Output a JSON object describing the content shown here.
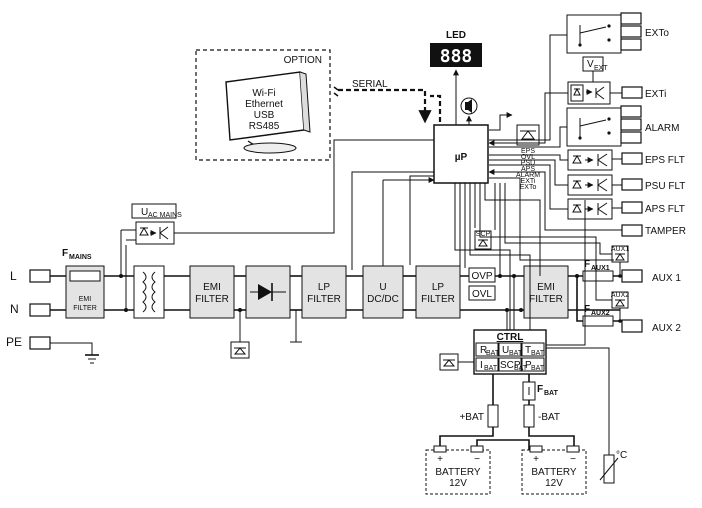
{
  "title": "LED",
  "led_digits": "888",
  "option": {
    "title": "OPTION",
    "interfaces": [
      "Wi-Fi",
      "Ethernet",
      "USB",
      "RS485"
    ]
  },
  "serial_label": "SERIAL",
  "up_label": "µP",
  "mains_inputs": [
    "L",
    "N",
    "PE"
  ],
  "fuse_mains": "F",
  "fuse_mains_sub": "MAINS",
  "emi_filter_small": [
    "EMI",
    "FILTER"
  ],
  "uac_label": "U",
  "uac_sub": "AC MAINS",
  "blocks": {
    "emi1": [
      "EMI",
      "FILTER"
    ],
    "lp1": [
      "LP",
      "FILTER"
    ],
    "dcdc": [
      "U",
      "DC/DC"
    ],
    "lp2": [
      "LP",
      "FILTER"
    ],
    "emi2": [
      "EMI",
      "FILTER"
    ]
  },
  "ovp": "OVP",
  "ovl": "OVL",
  "status_list": [
    "EPS",
    "OVL",
    "PSU",
    "APS",
    "ALARM",
    "EXTi",
    "EXTo"
  ],
  "outputs": [
    {
      "label": "EXTo"
    },
    {
      "label": "EXTi"
    },
    {
      "label": "ALARM"
    },
    {
      "label": "EPS FLT"
    },
    {
      "label": "PSU FLT"
    },
    {
      "label": "APS FLT"
    },
    {
      "label": "TAMPER"
    }
  ],
  "vext": "V",
  "vext_sub": "EXT",
  "aux_outputs": [
    {
      "fuse": "F",
      "fuse_sub": "AUX1",
      "label": "AUX 1",
      "detector": "AUX1"
    },
    {
      "fuse": "F",
      "fuse_sub": "AUX2",
      "label": "AUX 2",
      "detector": "AUX2"
    }
  ],
  "ctrl": {
    "title": "CTRL",
    "cells": [
      {
        "main": "R",
        "sub": "BAT"
      },
      {
        "main": "U",
        "sub": "BAT"
      },
      {
        "main": "T",
        "sub": "BAT"
      },
      {
        "main": "I",
        "sub": "BAT"
      },
      {
        "main": "SCP",
        "sub": "BAT"
      },
      {
        "main": "P",
        "sub": "BAT"
      }
    ]
  },
  "fuse_bat": "F",
  "fuse_bat_sub": "BAT",
  "bat_plus": "+BAT",
  "bat_minus": "-BAT",
  "batteries": [
    {
      "label": "BATTERY",
      "voltage": "12V"
    },
    {
      "label": "BATTERY",
      "voltage": "12V"
    }
  ],
  "temp_sensor": "°C",
  "scp_label": "SCP"
}
